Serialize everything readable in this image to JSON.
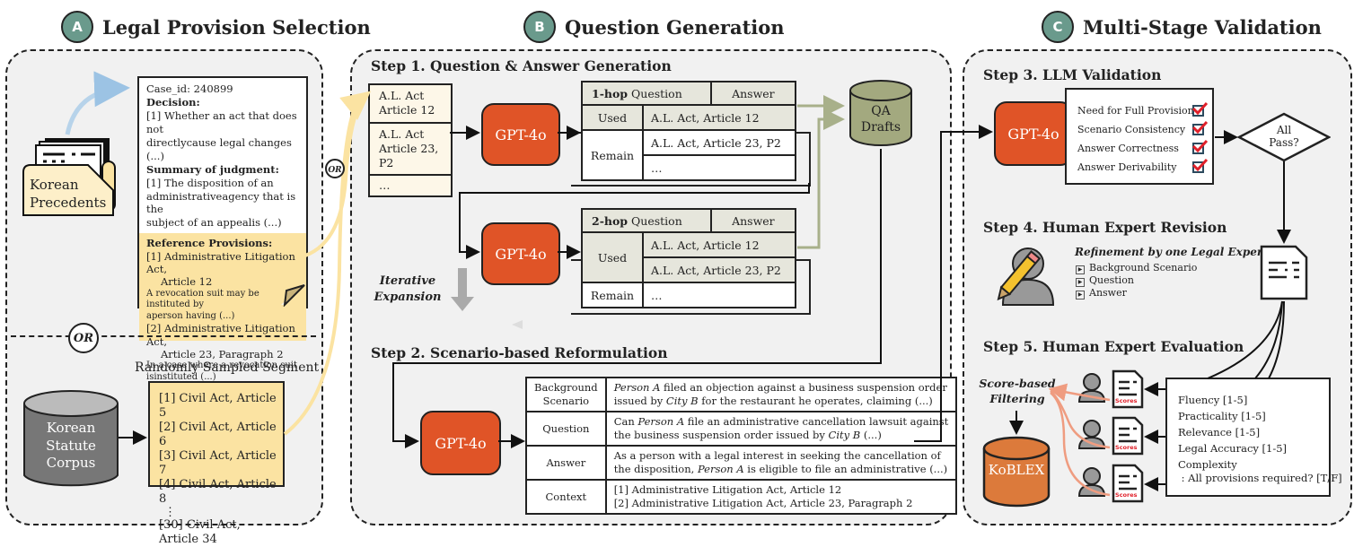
{
  "sections": {
    "a": {
      "badge": "A",
      "title": "Legal Provision Selection"
    },
    "b": {
      "badge": "B",
      "title": "Question Generation"
    },
    "c": {
      "badge": "C",
      "title": "Multi-Stage Validation"
    }
  },
  "section_a": {
    "precedents_label_1": "Korean",
    "precedents_label_2": "Precedents",
    "case": {
      "case_id": "Case_id: 240899",
      "decision_label": "Decision:",
      "decision_text_1": "[1] Whether an act that does not",
      "decision_text_2": "directlycause legal changes (...)",
      "summary_label": "Summary of judgment:",
      "summary_text_1": "[1] The disposition of an",
      "summary_text_2": "administrativeagency that is the",
      "summary_text_3": "subject of an appealis (...)",
      "ref_label": "Reference Provisions:",
      "ref1_title_1": "[1] Administrative Litigation Act,",
      "ref1_title_2": "Article 12",
      "ref1_text_1": "A revocation suit may be instituted by",
      "ref1_text_2": "aperson having (...)",
      "ref2_title_1": "[2] Administrative Litigation Act,",
      "ref2_title_2": "Article 23, Paragraph 2",
      "ref2_text_1": "In a case where a revocation suit",
      "ref2_text_2": "isinstituted (...)"
    },
    "or_label": "OR",
    "segment_title": "Randomly Sampled Segment",
    "corpus_label_1": "Korean",
    "corpus_label_2": "Statute",
    "corpus_label_3": "Corpus",
    "segment_items": [
      "[1] Civil Act, Article 5",
      "[2] Civil Act, Article 6",
      "[3] Civil Act, Article 7",
      "[4] Civil Act, Article 8",
      "⋮",
      "[30] Civil Act, Article 34"
    ]
  },
  "section_b": {
    "step1_title": "Step 1. Question & Answer Generation",
    "input_items": [
      [
        "A.L. Act",
        "Article 12"
      ],
      [
        "A.L. Act",
        "Article 23, P2"
      ],
      [
        "…",
        ""
      ]
    ],
    "gpt_label": "GPT-4o",
    "hop1": {
      "hop": "1-hop",
      "question": " Question",
      "answer": "Answer",
      "used": "Used",
      "used_items": [
        "A.L. Act, Article 12"
      ],
      "remain": "Remain",
      "remain_items": [
        "A.L. Act, Article 23, P2",
        "…"
      ]
    },
    "hop2": {
      "hop": "2-hop",
      "question": " Question",
      "answer": "Answer",
      "used": "Used",
      "used_items": [
        "A.L. Act, Article 12",
        "A.L. Act, Article 23, P2"
      ],
      "remain": "Remain",
      "remain_items": [
        "…"
      ]
    },
    "qa_drafts_1": "QA",
    "qa_drafts_2": "Drafts",
    "iterative_1": "Iterative",
    "iterative_2": "Expansion",
    "step2_title": "Step 2. Scenario-based Reformulation",
    "reform_rows": [
      {
        "label_1": "Background",
        "label_2": "Scenario",
        "line_1": "Person A filed an objection against a business suspension order",
        "line_2": "issued by City B for the restaurant he operates, claiming (...)"
      },
      {
        "label_1": "Question",
        "label_2": "",
        "line_1": "Can Person A file an administrative cancellation lawsuit against",
        "line_2": "the business suspension order issued by City B (...)"
      },
      {
        "label_1": "Answer",
        "label_2": "",
        "line_1": "As a person with a legal interest in seeking the cancellation of",
        "line_2": "the disposition, Person A is eligible to file an administrative (...)"
      },
      {
        "label_1": "Context",
        "label_2": "",
        "line_1": "[1] Administrative Litigation Act, Article 12",
        "line_2": "[2] Administrative Litigation Act, Article 23, Paragraph 2"
      }
    ]
  },
  "section_c": {
    "step3_title": "Step 3. LLM Validation",
    "gpt_label": "GPT-4o",
    "checks": [
      "Need for Full Provisions",
      "Scenario Consistency",
      "Answer Correctness",
      "Answer Derivability"
    ],
    "decision_1": "All",
    "decision_2": "Pass?",
    "step4_title": "Step 4. Human Expert Revision",
    "refinement_title": "Refinement by one Legal Expert",
    "refinement_items": [
      "Background Scenario",
      "Question",
      "Answer"
    ],
    "step5_title": "Step 5. Human Expert Evaluation",
    "filtering_1": "Score-based",
    "filtering_2": "Filtering",
    "koblex": "KoBLEX",
    "scores_label": "Scores",
    "criteria": [
      "Fluency  [1-5]",
      "Practicality  [1-5]",
      "Relevance  [1-5]",
      "Legal Accuracy  [1-5]",
      "Complexity",
      " : All provisions required? [T/F]"
    ]
  },
  "colors": {
    "gpt": "#e05427",
    "badge": "#6a9a8c",
    "qa_drafts": "#a3a97f",
    "koblex": "#dc7a3b",
    "yellow": "#fbe3a2",
    "olive_arrow": "#a8b08a",
    "salmon_arrow": "#ef9c80",
    "check_red": "#e0202a"
  }
}
